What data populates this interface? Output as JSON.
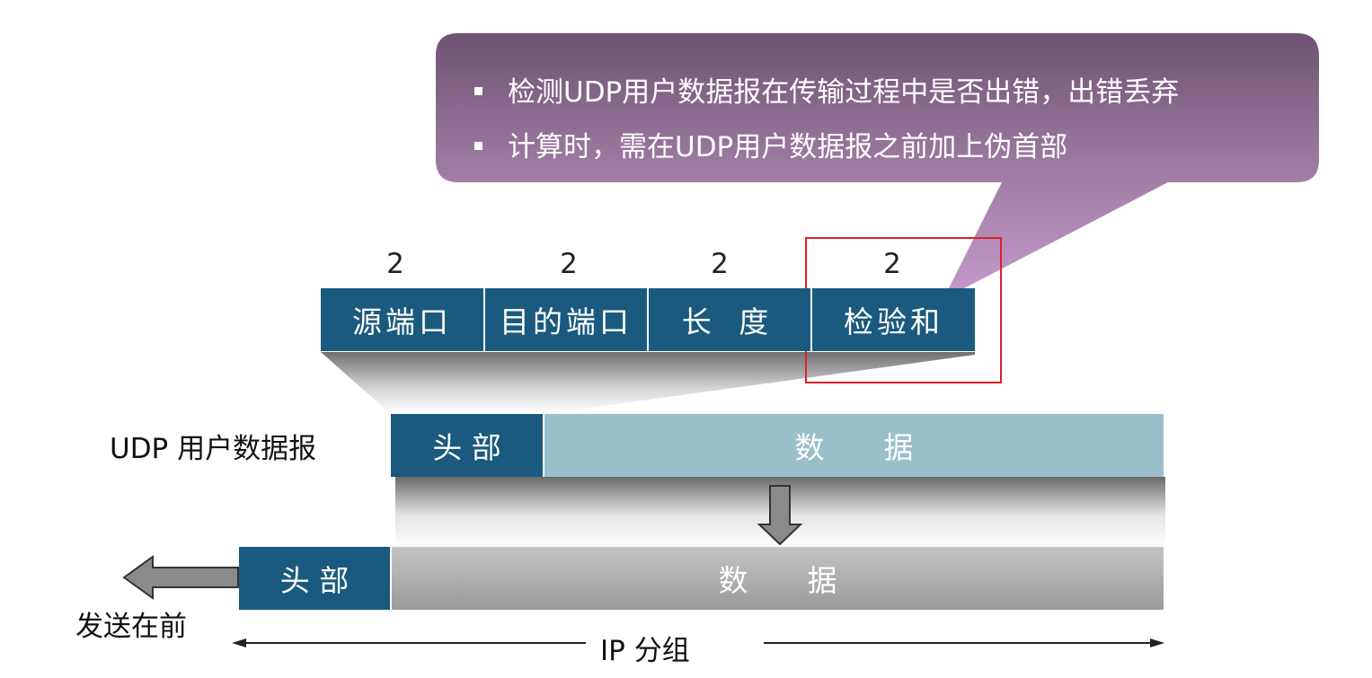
{
  "callout": {
    "lines": [
      "检测UDP用户数据报在传输过程中是否出错，出错丢弃",
      "计算时，需在UDP用户数据报之前加上伪首部"
    ]
  },
  "header_fields": [
    {
      "size": "2",
      "label": "源端口"
    },
    {
      "size": "2",
      "label": "目的端口"
    },
    {
      "size": "2",
      "label": "长 度"
    },
    {
      "size": "2",
      "label": "检验和"
    }
  ],
  "udp_datagram": {
    "label": "UDP 用户数据报",
    "header": "头 部",
    "data": "数　　据"
  },
  "ip_packet": {
    "header": "头 部",
    "data": "数　　据",
    "send_label": "发送在前",
    "span_label": "IP 分组"
  },
  "colors": {
    "field_blue": "#1a5a7e",
    "data_teal": "#99c0c8",
    "callout_top": "#6e5372",
    "callout_bottom": "#c28fc0",
    "highlight_red": "#d9232a"
  }
}
